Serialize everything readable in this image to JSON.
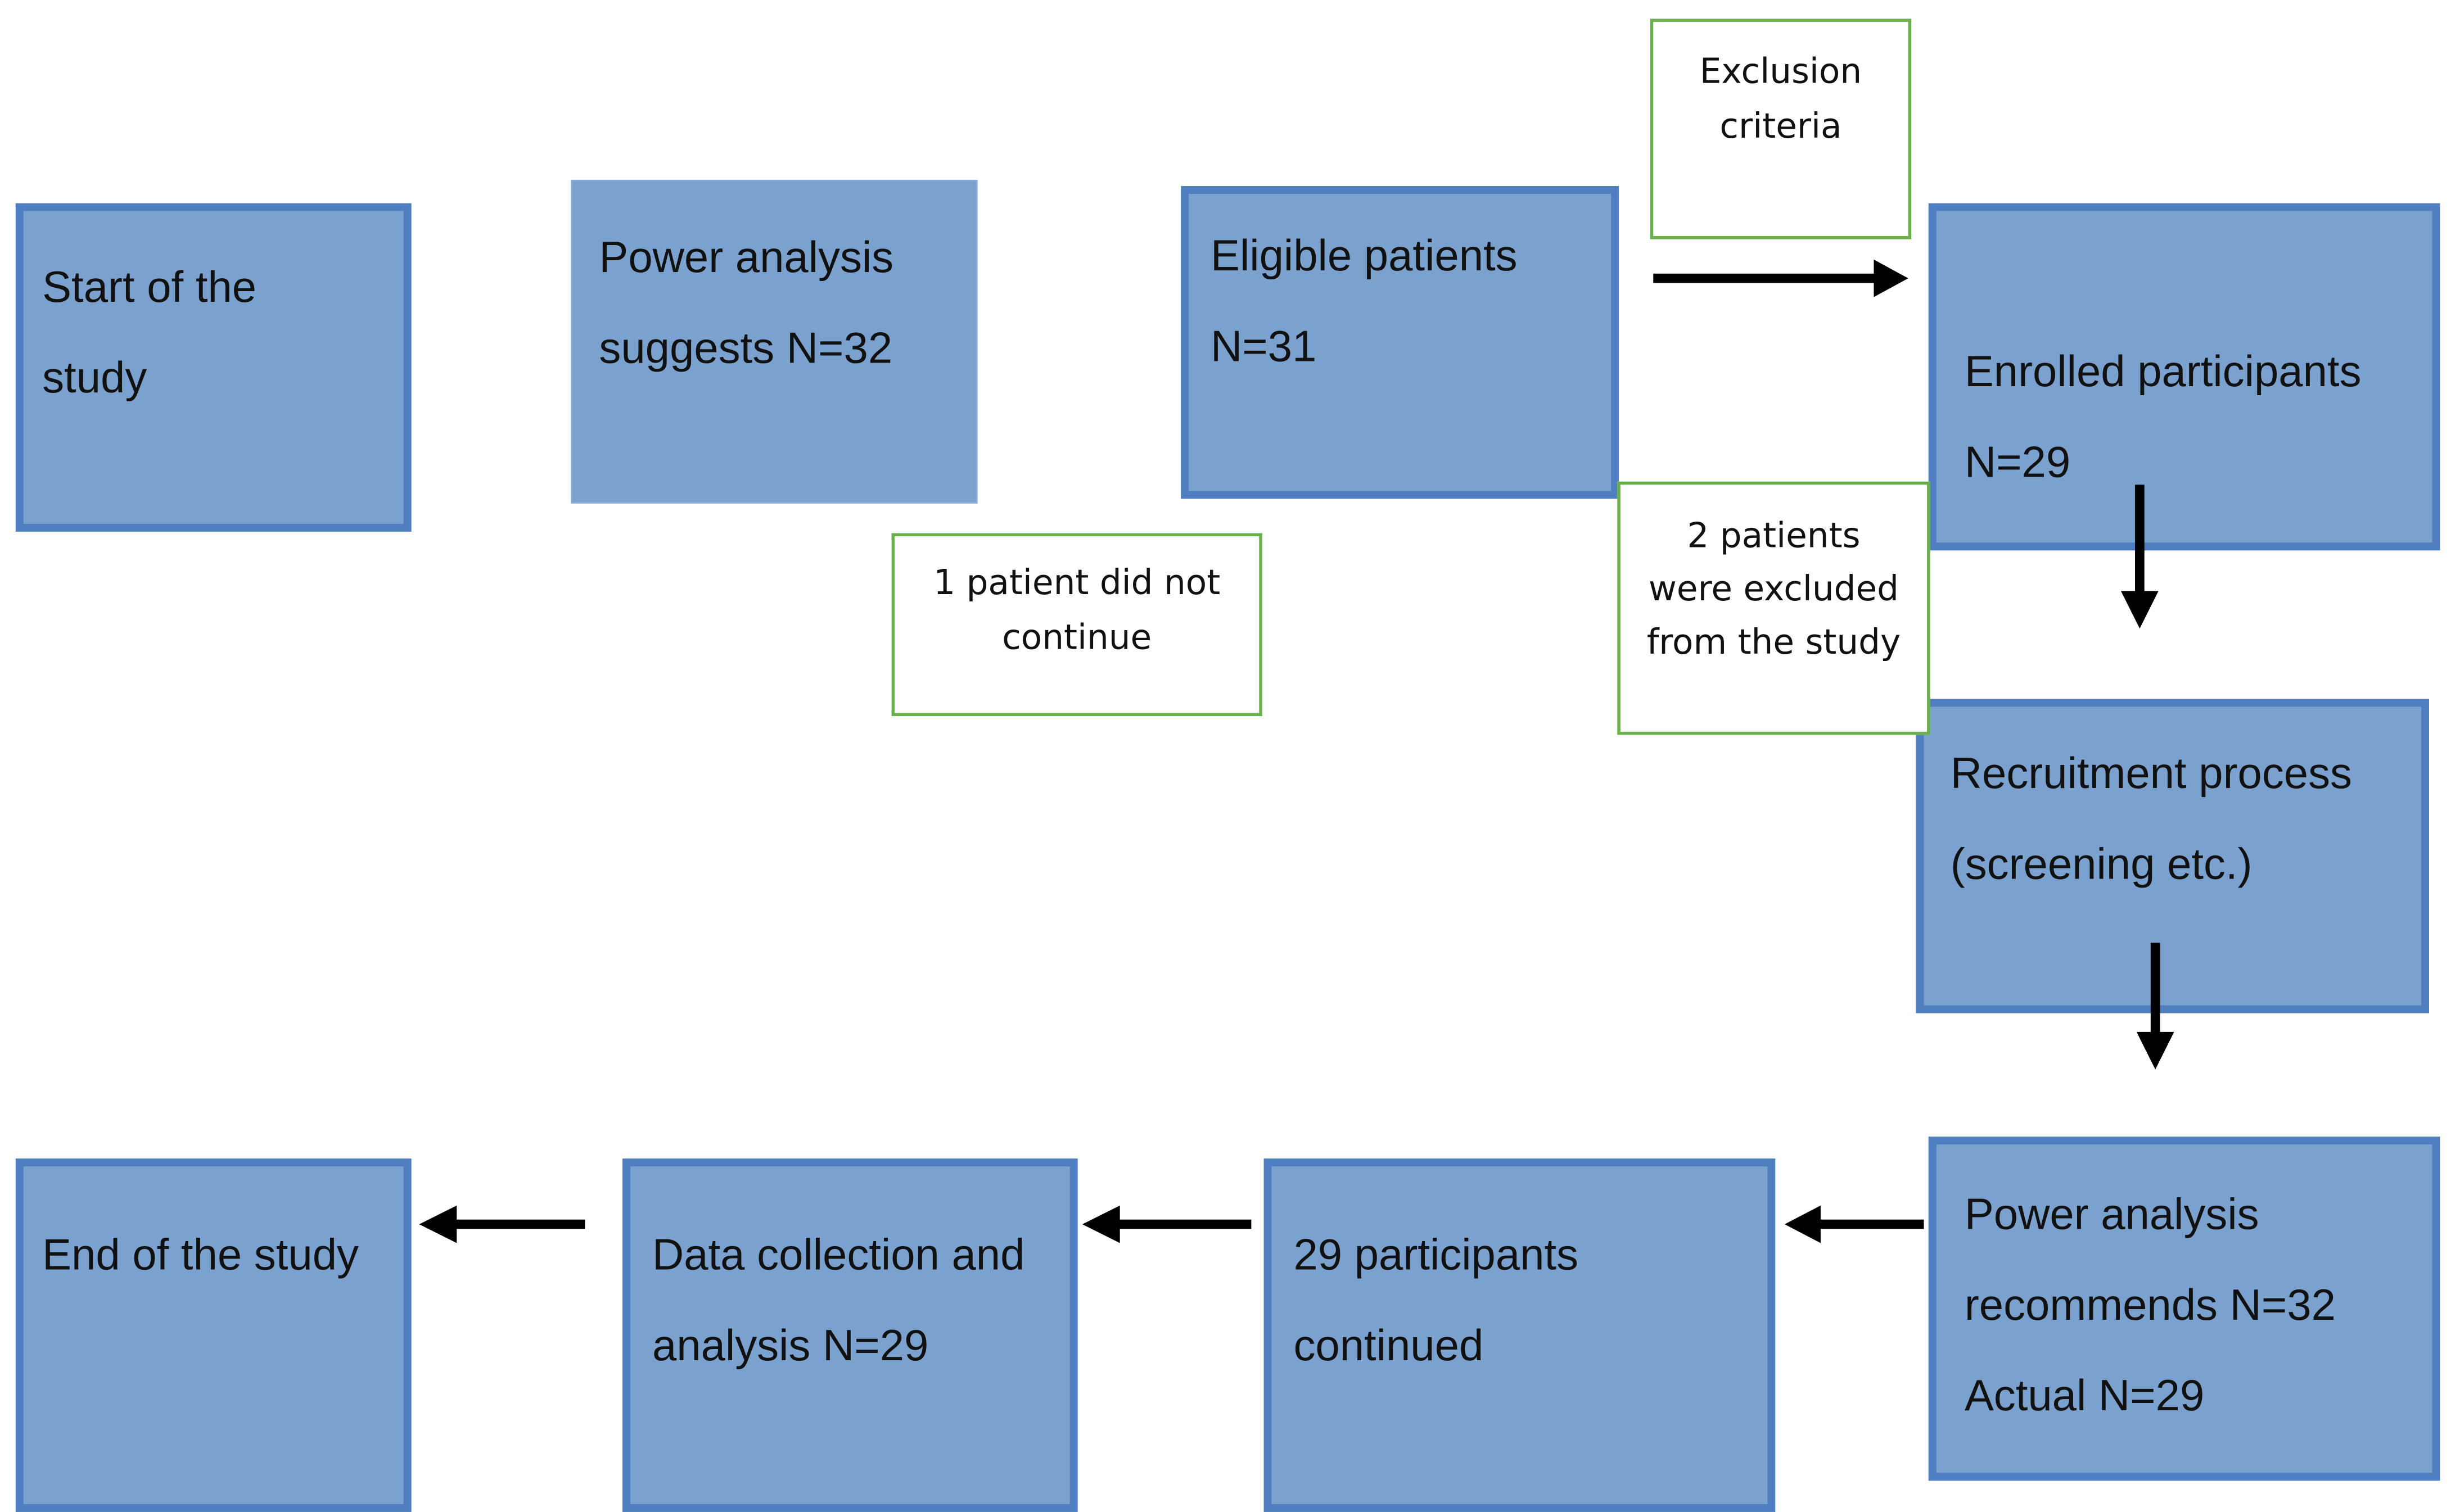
{
  "boxes": {
    "start": [
      "Start of the",
      "study"
    ],
    "power_analysis": [
      "Power analysis",
      "suggests N=32"
    ],
    "eligible": [
      "Eligible patients",
      "N=31"
    ],
    "enrolled": [
      "Enrolled participants",
      "N=29"
    ],
    "recruitment": [
      "Recruitment process",
      "(screening etc.)"
    ],
    "power_actual": [
      "Power analysis",
      "recommends N=32",
      "Actual N=29"
    ],
    "continued": [
      "29 participants",
      "continued"
    ],
    "data_collection": [
      "Data collection and",
      "analysis N=29"
    ],
    "end": [
      "End of the study"
    ]
  },
  "notes": {
    "exclusion_criteria": [
      "Exclusion",
      "criteria"
    ],
    "did_not_continue": [
      "1 patient did not",
      "continue"
    ],
    "excluded": [
      "2 patients",
      "were excluded",
      "from the study"
    ]
  },
  "colors": {
    "box_fill": "#7ba2cf",
    "box_border": "#4f7fc0",
    "note_border": "#6ab04c",
    "arrow": "#000000"
  }
}
